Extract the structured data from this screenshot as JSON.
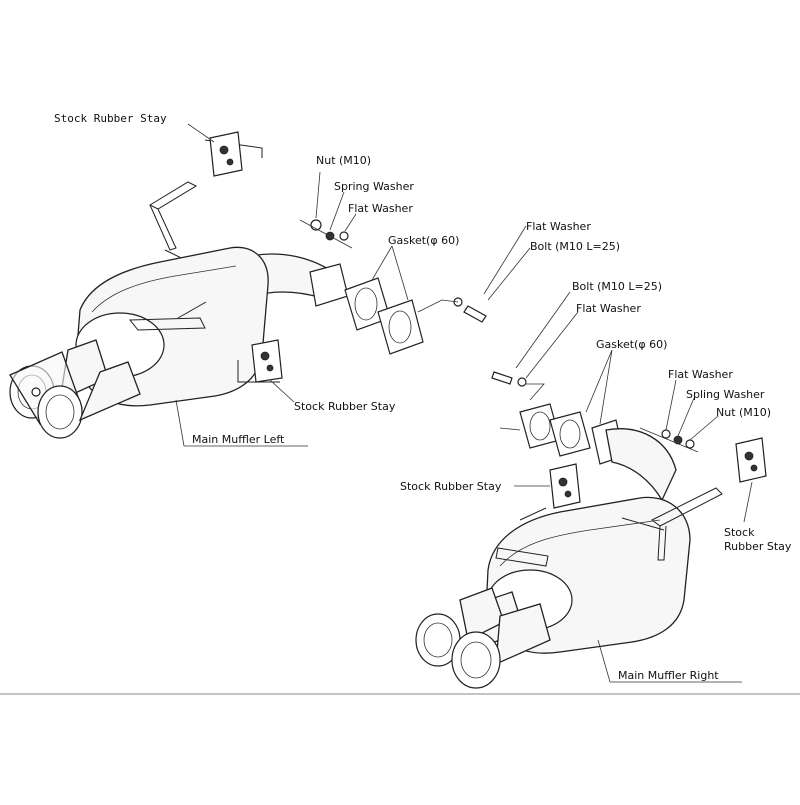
{
  "diagram": {
    "left_assembly": {
      "stay_top_label": "Stock Rubber Stay",
      "nut_label": "Nut (M10)",
      "spring_washer_label": "Spring Washer",
      "flat_washer_label": "Flat Washer",
      "gasket_label": "Gasket(φ 60)",
      "flat_washer_label_2": "Flat Washer",
      "bolt_label": "Bolt (M10 L=25)",
      "stay_bottom_label": "Stock Rubber Stay",
      "muffler_label": "Main Muffler Left"
    },
    "right_assembly": {
      "bolt_label": "Bolt (M10 L=25)",
      "flat_washer_label": "Flat Washer",
      "gasket_label": "Gasket(φ 60)",
      "flat_washer_label_2": "Flat Washer",
      "spring_washer_label": "Spling Washer",
      "nut_label": "Nut (M10)",
      "stay_left_label": "Stock Rubber Stay",
      "stay_right_label_line1": "Stock",
      "stay_right_label_line2": "Rubber Stay",
      "muffler_label": "Main Muffler Right"
    }
  }
}
